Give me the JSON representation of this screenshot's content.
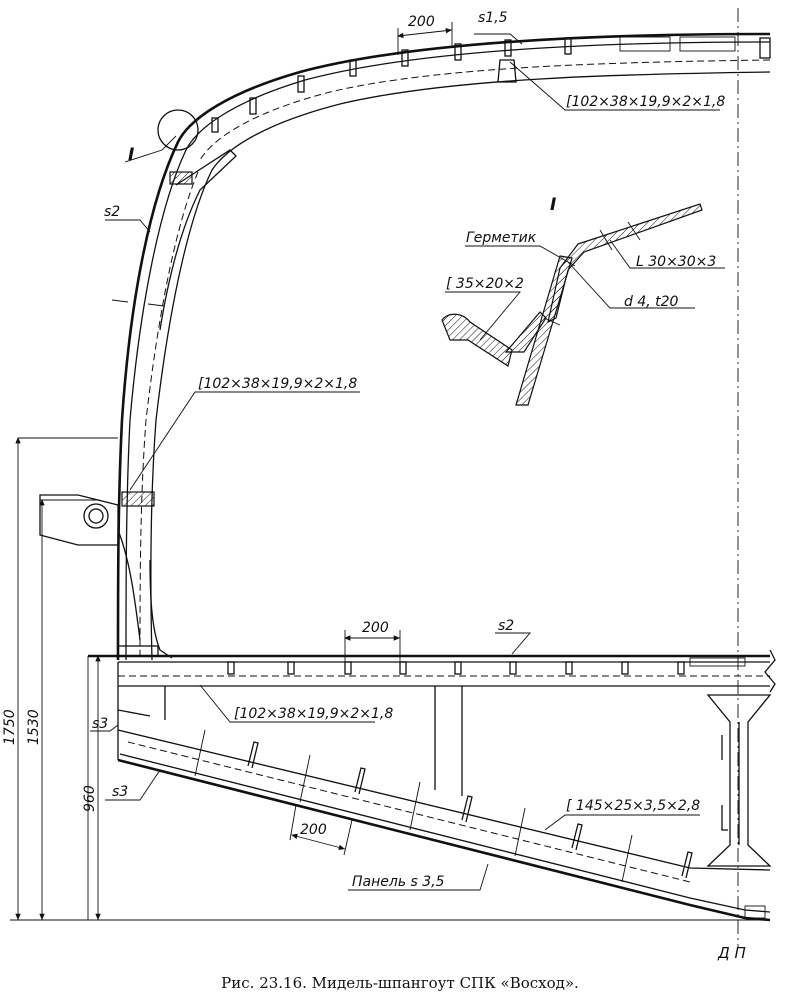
{
  "labels": {
    "s_top": "s1,5",
    "dim_200_top": "200",
    "channel_top": "[102×38×19,9×2×1,8",
    "detail_ref": "I",
    "s2_side": "s2",
    "channel_side": "[102×38×19,9×2×1,8",
    "detail_title": "I",
    "sealant": "Герметик",
    "angle": "L 30×30×3",
    "channel_small": "[ 35×20×2",
    "rivet": "d 4, t20",
    "dim_200_deck": "200",
    "s2_deck": "s2",
    "channel_deck": "[102×38×19,9×2×1,8",
    "s3_side": "s3",
    "s3_bottom": "s3",
    "channel_bottom": "[ 145×25×3,5×2,8",
    "dim_200_bottom": "200",
    "panel": "Панель s 3,5",
    "dim_1750": "1750",
    "dim_1530": "1530",
    "dim_960": "960",
    "dp": "Д П"
  },
  "caption": "Рис. 23.16. Мидель-шпангоут СПК «Восход»."
}
